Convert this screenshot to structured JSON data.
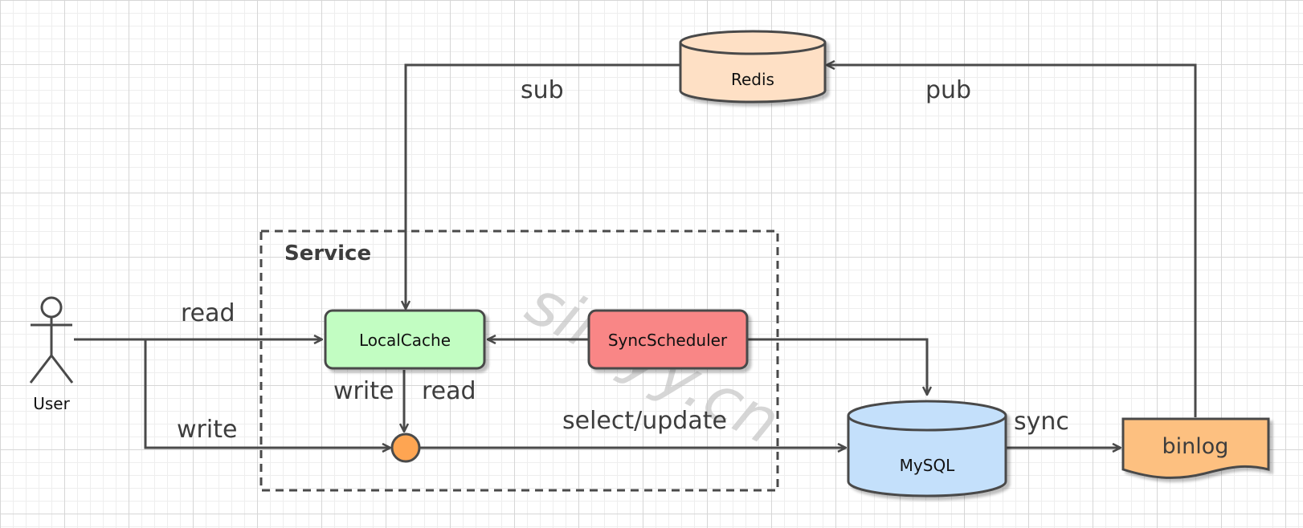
{
  "nodes": {
    "user": "User",
    "service": "Service",
    "local_cache": "LocalCache",
    "sync_scheduler": "SyncScheduler",
    "redis": "Redis",
    "mysql": "MySQL",
    "binlog": "binlog"
  },
  "edges": {
    "read_user": "read",
    "write_user": "write",
    "write_cache": "write",
    "read_cache": "read",
    "select_update": "select/update",
    "sync": "sync",
    "sub": "sub",
    "pub": "pub"
  },
  "watermark": "simyy.cn",
  "colors": {
    "local_cache": "#c2fdc2",
    "sync_scheduler": "#f98686",
    "redis": "#fee0c5",
    "mysql": "#c4e0fb",
    "binlog": "#fdc080",
    "junction": "#fea552",
    "stroke": "#4a4a4a"
  }
}
